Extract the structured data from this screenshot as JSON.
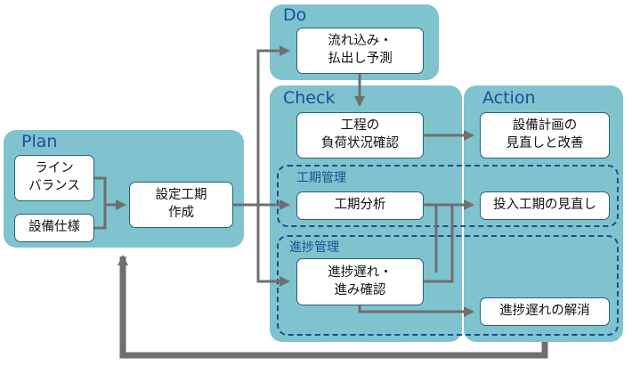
{
  "panels": {
    "plan": "Plan",
    "do": "Do",
    "check": "Check",
    "action": "Action"
  },
  "groups": {
    "schedule": "工期管理",
    "progress": "進捗管理"
  },
  "nodes": {
    "line_balance": "ライン\nバランス",
    "equipment_spec": "設備仕様",
    "set_schedule": "設定工期\n作成",
    "inflow_forecast": "流れ込み・\n払出し予測",
    "load_check": "工程の\n負荷状況確認",
    "schedule_analysis": "工期分析",
    "delay_check": "進捗遅れ・\n進み確認",
    "equipment_plan_review": "設備計画の\n見直しと改善",
    "input_schedule_review": "投入工期の見直し",
    "delay_resolution": "進捗遅れの解消"
  },
  "colors": {
    "panel": "#7fc3cf",
    "arrow": "#6f6f6f",
    "title": "#1a4f9c",
    "dashed_border": "#1b4f91"
  }
}
